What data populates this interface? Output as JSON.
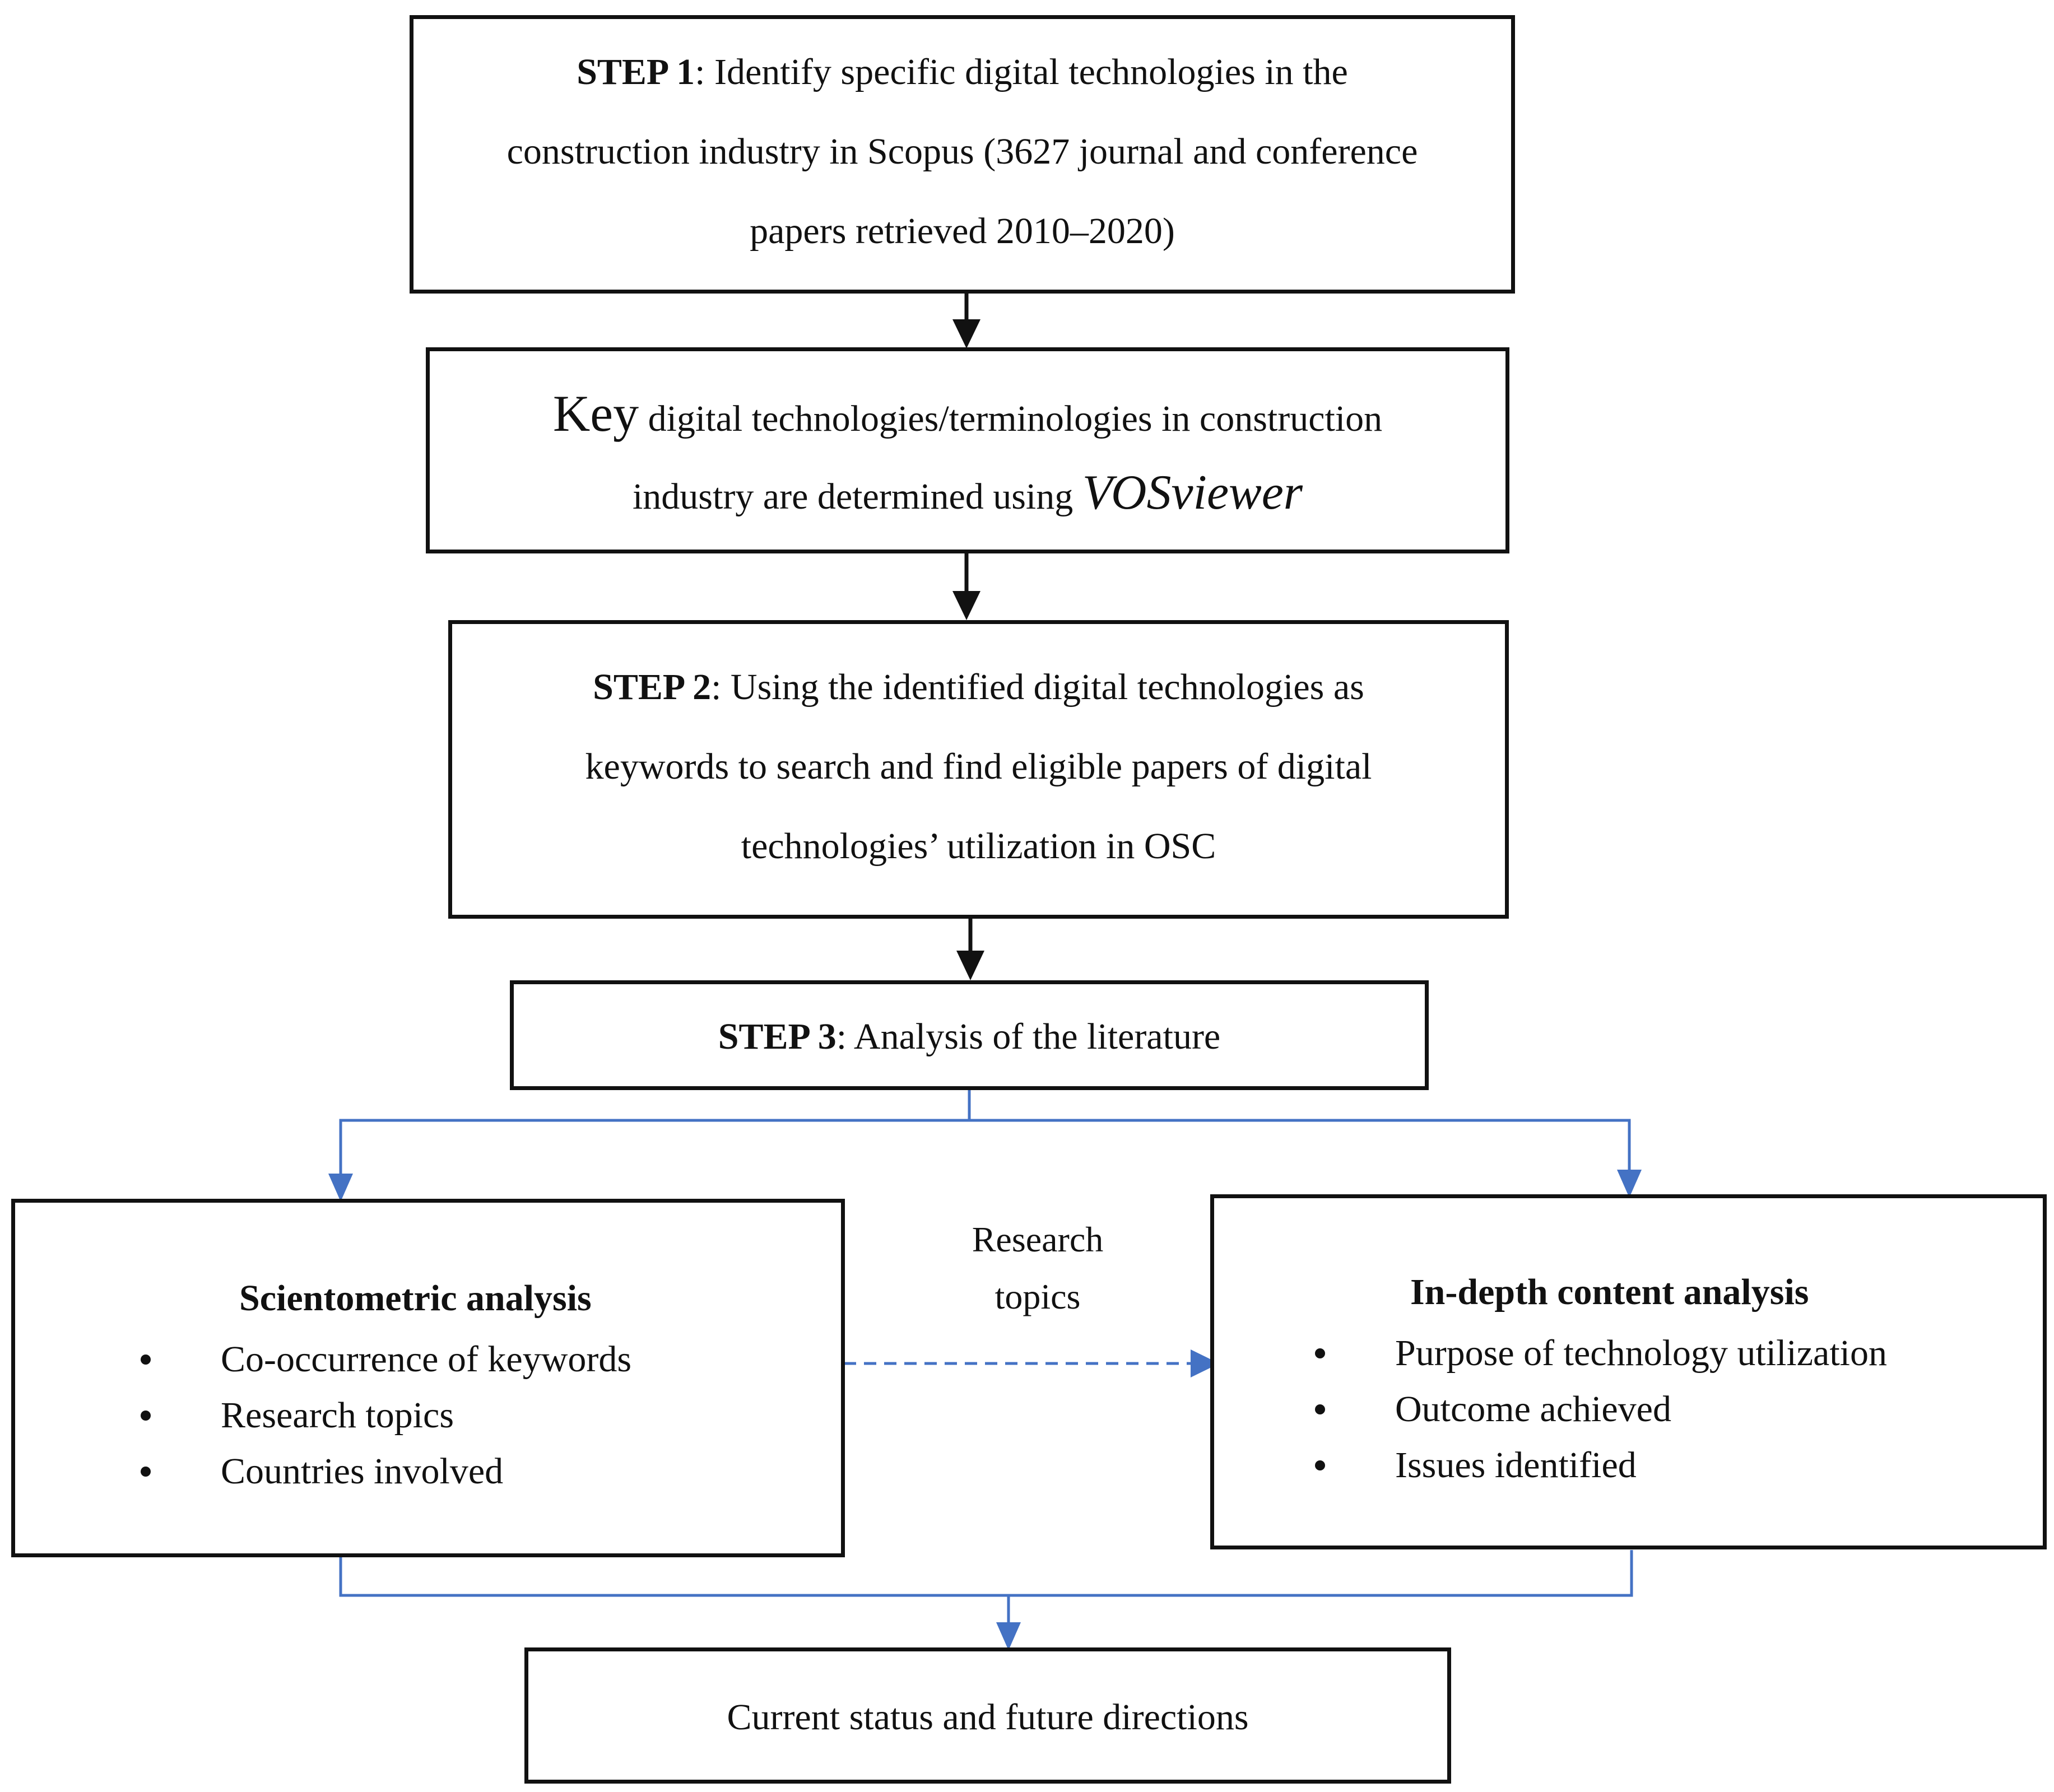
{
  "step1": {
    "label": "STEP 1",
    "line1_rest": ": Identify specific digital technologies in the",
    "line2": "construction industry in Scopus (3627 journal and conference",
    "line3": "papers retrieved 2010–2020)"
  },
  "key_box": {
    "word_key": "Key",
    "line1_rest": " digital technologies/terminologies in construction",
    "line2_lead": "industry are determined using ",
    "tool": "VOSviewer"
  },
  "step2": {
    "label": "STEP 2",
    "line1_rest": ": Using the identified digital technologies as",
    "line2": "keywords to search and find eligible papers of digital",
    "line3": "technologies’ utilization in OSC"
  },
  "step3": {
    "label": "STEP 3",
    "rest": ": Analysis of the literature"
  },
  "scientometric": {
    "title": "Scientometric analysis",
    "items": [
      "Co-occurrence of keywords",
      "Research topics",
      "Countries involved"
    ]
  },
  "content": {
    "title": "In-depth content analysis",
    "items": [
      "Purpose of technology utilization",
      "Outcome achieved",
      "Issues identified"
    ]
  },
  "link_label": {
    "line1": "Research",
    "line2": "topics"
  },
  "final": {
    "text": "Current status and future directions"
  },
  "colors": {
    "box_border": "#111111",
    "black_arrow": "#111111",
    "blue_connector": "#4472C4"
  }
}
